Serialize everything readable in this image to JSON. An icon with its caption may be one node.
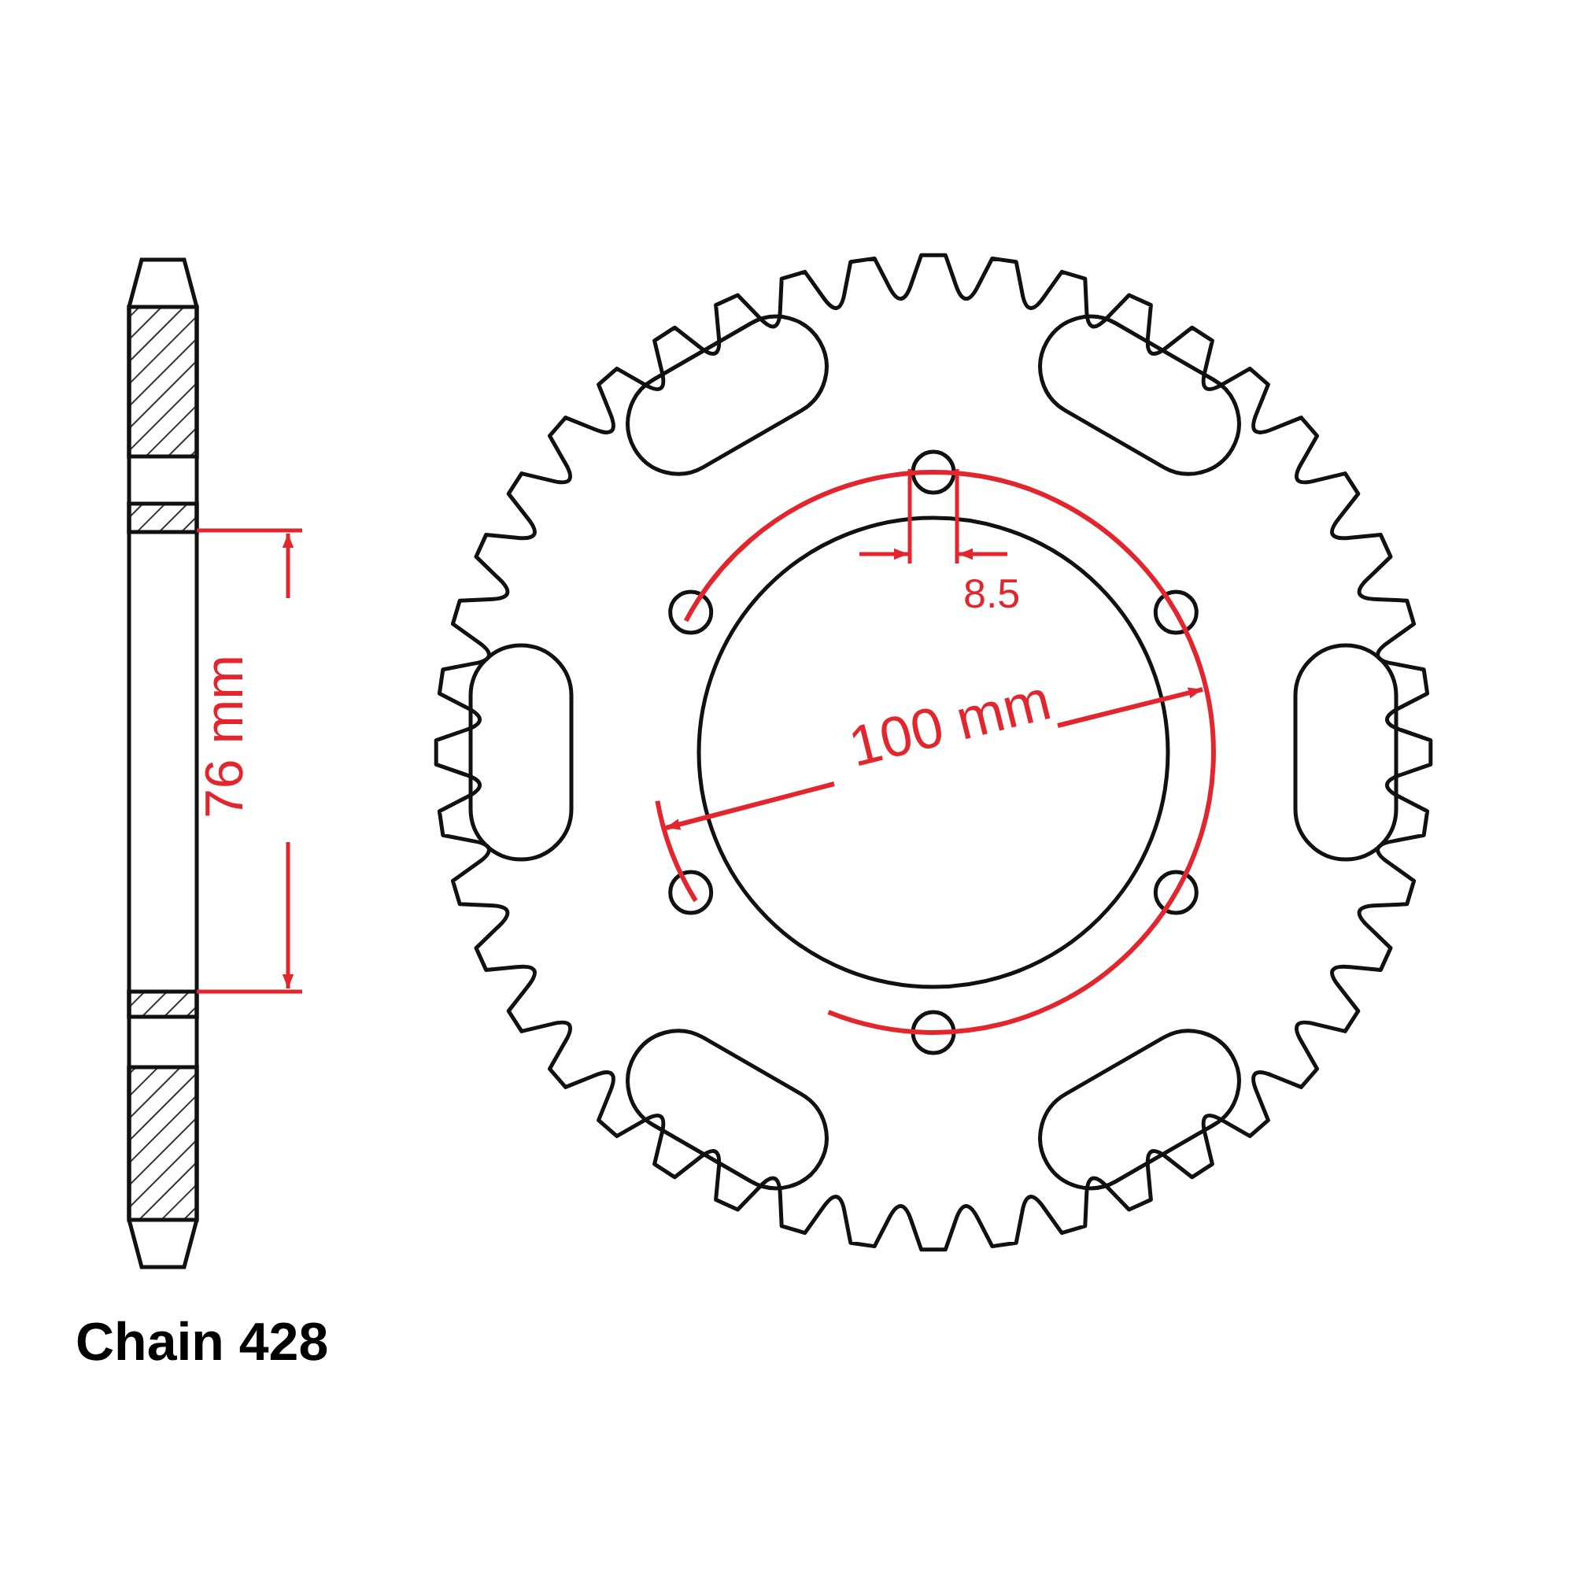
{
  "diagram": {
    "labels": [
      "8.5",
      "76 mm",
      "100 mm",
      "Chain 428"
    ]
  }
}
